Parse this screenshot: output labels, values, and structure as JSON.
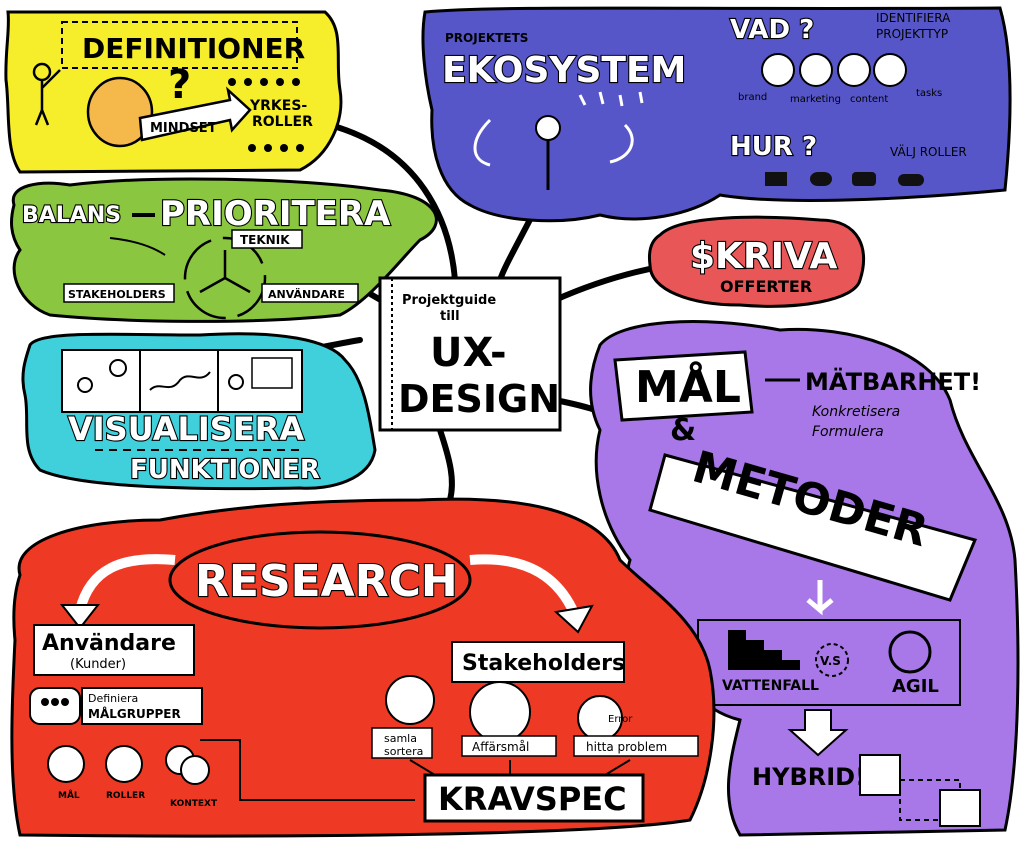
{
  "center": {
    "line1": "Projektguide",
    "line2": "till",
    "big1": "UX-",
    "big2": "DESIGN"
  },
  "definitioner": {
    "title": "DEFINITIONER",
    "mindset": "MINDSET",
    "yrkes1": "YRKES-",
    "yrkes2": "ROLLER"
  },
  "balans": {
    "word1": "BALANS",
    "word2": "PRIORITERA",
    "teknik": "TEKNIK",
    "stakeholders": "STAKEHOLDERS",
    "anvandare": "ANVÄNDARE"
  },
  "visualisera": {
    "title": "VISUALISERA",
    "sub": "FUNKTIONER"
  },
  "ekosystem": {
    "small": "PROJEKTETS",
    "title": "EKOSYSTEM",
    "vad": "VAD ?",
    "hur": "HUR ?",
    "identifiera1": "IDENTIFIERA",
    "identifiera2": "PROJEKTTYP",
    "valj": "VÄLJ ROLLER",
    "icons": [
      "brand",
      "marketing",
      "content",
      "tasks"
    ]
  },
  "skriva": {
    "title": "$KRIVA",
    "sub": "OFFERTER"
  },
  "mal": {
    "mal": "MÅL",
    "amp": "&",
    "metoder": "METODER",
    "matbarhet": "MÄTBARHET!",
    "konkretisera": "Konkretisera",
    "formulera": "Formulera",
    "vattenfall": "VATTENFALL",
    "vs": "V.S",
    "agil": "AGIL",
    "hybrid": "HYBRID!"
  },
  "research": {
    "title": "RESEARCH",
    "anvandare": "Användare",
    "kunder": "(Kunder)",
    "definiera1": "Definiera",
    "definiera2": "MÅLGRUPPER",
    "mal": "MÅL",
    "roller": "ROLLER",
    "kontext": "KONTEXT",
    "stakeholders": "Stakeholders",
    "samla1": "samla",
    "samla2": "sortera",
    "affarsmal": "Affärsmål",
    "error": "Error",
    "hitta": "hitta problem",
    "kravspec": "KRAVSPEC"
  },
  "colors": {
    "yellow": "#f7ee2b",
    "green": "#8ac63f",
    "cyan": "#3fd0dc",
    "blue": "#5656c8",
    "pink": "#e85658",
    "purple": "#a878e8",
    "red": "#ee3a24",
    "ink": "#000000"
  }
}
